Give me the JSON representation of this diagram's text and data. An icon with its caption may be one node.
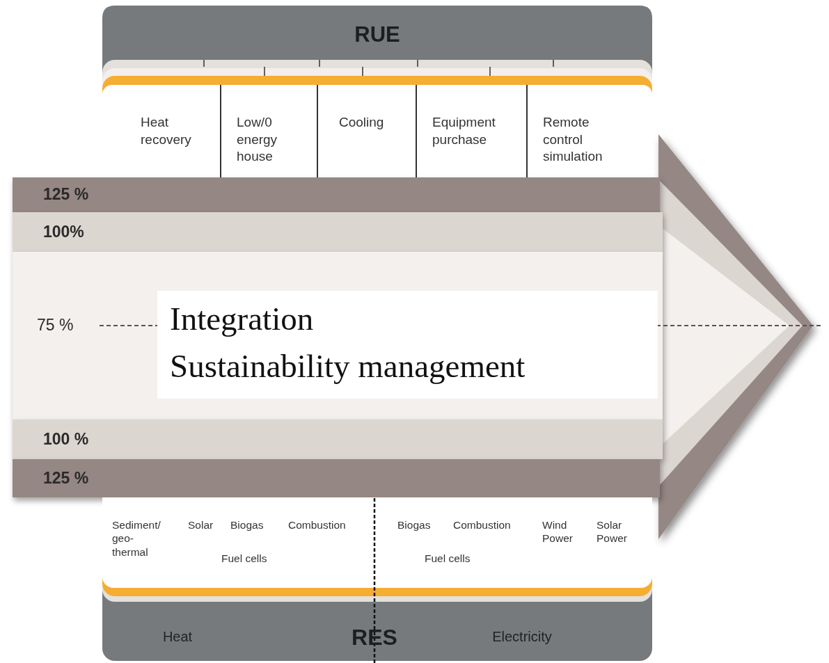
{
  "diagram": {
    "nodes": [
      {
        "text": [
          "RUE"
        ]
      },
      {
        "text": [
          "Heat recovery"
        ],
        "in": 0
      },
      {
        "text": [
          "Low/0 energy house"
        ],
        "in": 0
      },
      {
        "text": [
          "Cooling"
        ],
        "in": 0
      },
      {
        "text": [
          "Equipment purchase"
        ],
        "in": 0
      },
      {
        "text": [
          "Remote control simulation"
        ],
        "in": 0
      },
      {
        "text": [
          "125 %"
        ]
      },
      {
        "text": [
          "100%"
        ]
      },
      {
        "text": [
          "75 %"
        ]
      },
      {
        "text": [
          "Integration",
          "Sustainability management"
        ],
        "in": 8
      },
      {
        "text": [
          "100 %"
        ]
      },
      {
        "text": [
          "125 %"
        ]
      },
      {
        "text": [
          "Heat",
          "RES",
          "Electricity"
        ]
      }
    ],
    "labels": [
      "Sediment/ geo- thermal",
      "Solar",
      "Biogas",
      "Combustion",
      "Biogas",
      "Combustion",
      "Wind Power",
      "Solar Power",
      "Fuel cells",
      "Fuel cells"
    ]
  }
}
